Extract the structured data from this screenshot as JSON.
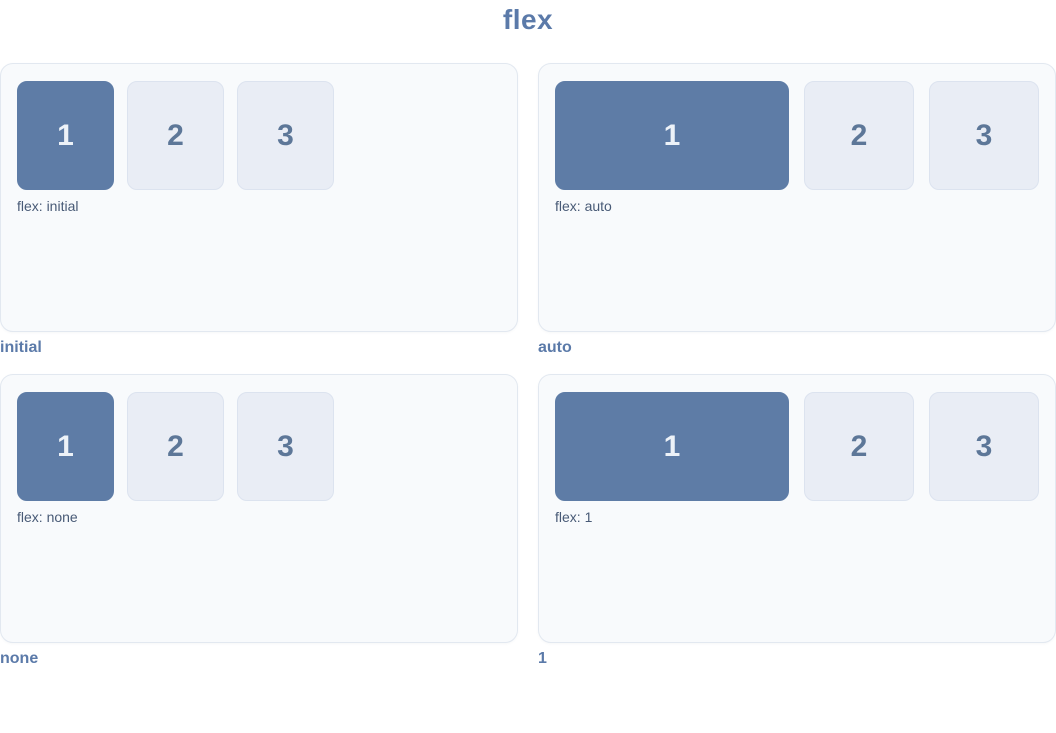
{
  "title": "flex",
  "colors": {
    "title_text": "#5b7aa9",
    "panel_background": "#f8fafc",
    "panel_border": "#e2e8f0",
    "accent_item_background": "#5e7ca6",
    "accent_item_text": "#edf2f8",
    "muted_item_background": "#e9edf5",
    "muted_item_border": "#dce3ef",
    "muted_item_text": "#5d7798",
    "caption_text": "#485a76",
    "label_text": "#5b7aa9"
  },
  "panels": [
    {
      "label": "initial",
      "caption": "flex: initial",
      "items": [
        "1",
        "2",
        "3"
      ]
    },
    {
      "label": "auto",
      "caption": "flex: auto",
      "items": [
        "1",
        "2",
        "3"
      ]
    },
    {
      "label": "none",
      "caption": "flex: none",
      "items": [
        "1",
        "2",
        "3"
      ]
    },
    {
      "label": "1",
      "caption": "flex: 1",
      "items": [
        "1",
        "2",
        "3"
      ]
    }
  ]
}
